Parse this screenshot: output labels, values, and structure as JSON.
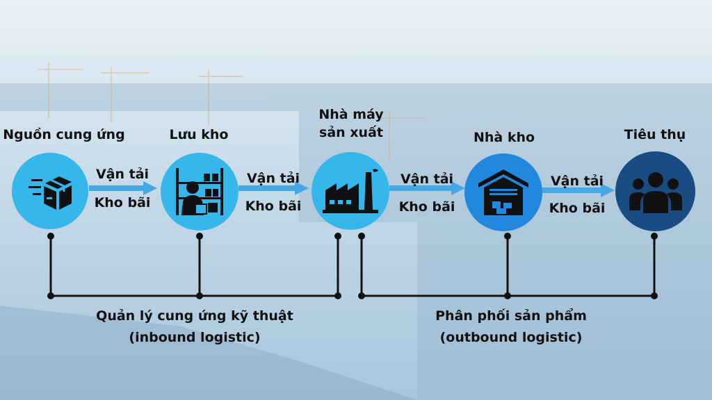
{
  "nodes": [
    {
      "label": "Nguồn cung ứng",
      "icon": "box-delivery-icon",
      "color": "#35b7ec"
    },
    {
      "label": "Lưu kho",
      "icon": "warehouse-worker-icon",
      "color": "#35b7ec"
    },
    {
      "label": "Nhà máy sản xuất",
      "icon": "factory-icon",
      "color": "#35b7ec"
    },
    {
      "label": "Nhà kho",
      "icon": "warehouse-building-icon",
      "color": "#2288de"
    },
    {
      "label": "Tiêu thụ",
      "icon": "consumers-icon",
      "color": "#184c82"
    }
  ],
  "edges": [
    {
      "top": "Vận tải",
      "bottom": "Kho bãi"
    },
    {
      "top": "Vận tải",
      "bottom": "Kho bãi"
    },
    {
      "top": "Vận tải",
      "bottom": "Kho bãi"
    },
    {
      "top": "Vận tải",
      "bottom": "Kho bãi"
    }
  ],
  "groups": {
    "inbound": {
      "line1": "Quản lý cung ứng kỹ thuật",
      "line2": "(inbound logistic)"
    },
    "outbound": {
      "line1": "Phân phối sản phẩm",
      "line2": "(outbound logistic)"
    }
  },
  "colors": {
    "arrow": "#45a8e4",
    "connector": "#111111",
    "icon": "#111111"
  }
}
